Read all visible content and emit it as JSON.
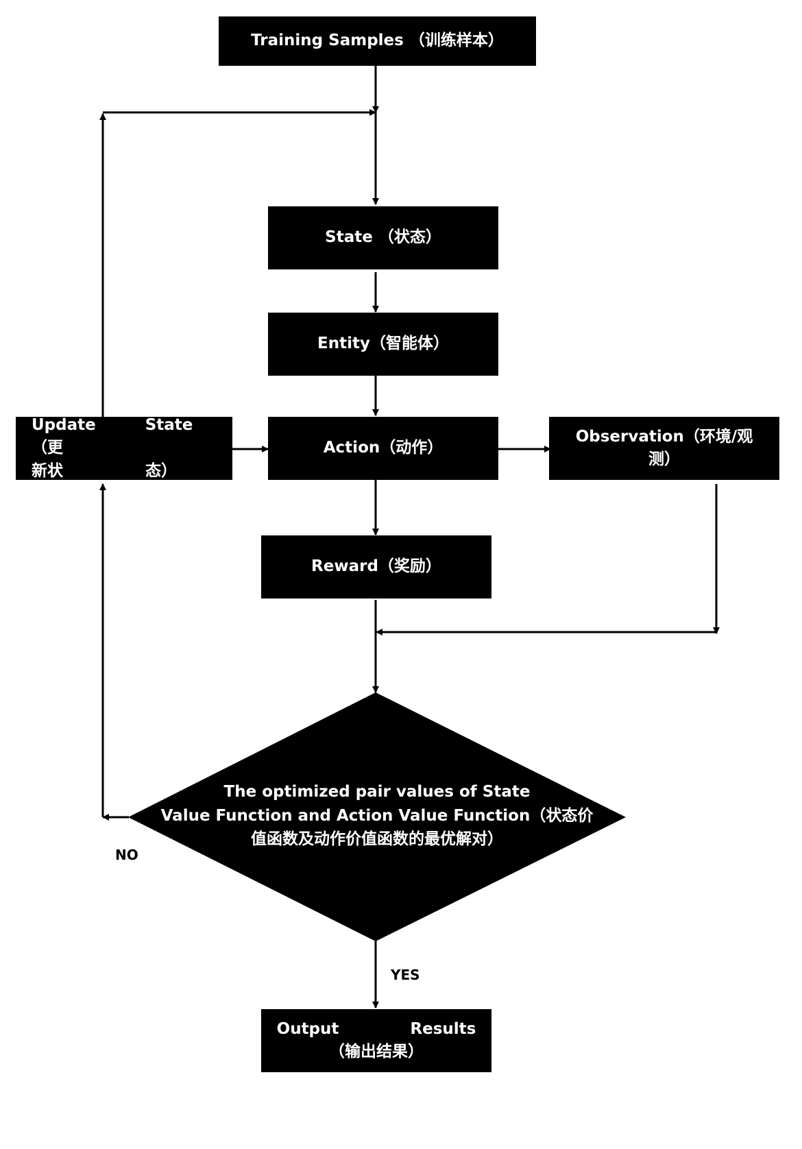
{
  "nodes": {
    "training_samples": "Training Samples （训练样本）",
    "state": "State （状态）",
    "entity": "Entity（智能体）",
    "action": "Action（动作）",
    "update_state": [
      "Update State（更",
      "新状 态）"
    ],
    "observation": [
      "Observation（环境/观",
      "测）"
    ],
    "reward": "Reward（奖励）",
    "decision": [
      "The optimized pair values of State",
      "Value Function and Action Value Function（状态价",
      "值函数及动作价值函数的最优解对）"
    ],
    "output": [
      "Output Results",
      "（输出结果）"
    ]
  },
  "edge_labels": {
    "no": "NO",
    "yes": "YES"
  },
  "colors": {
    "node_fill": "#000000",
    "node_text": "#ffffff",
    "arrow": "#000000",
    "background": "#ffffff"
  }
}
